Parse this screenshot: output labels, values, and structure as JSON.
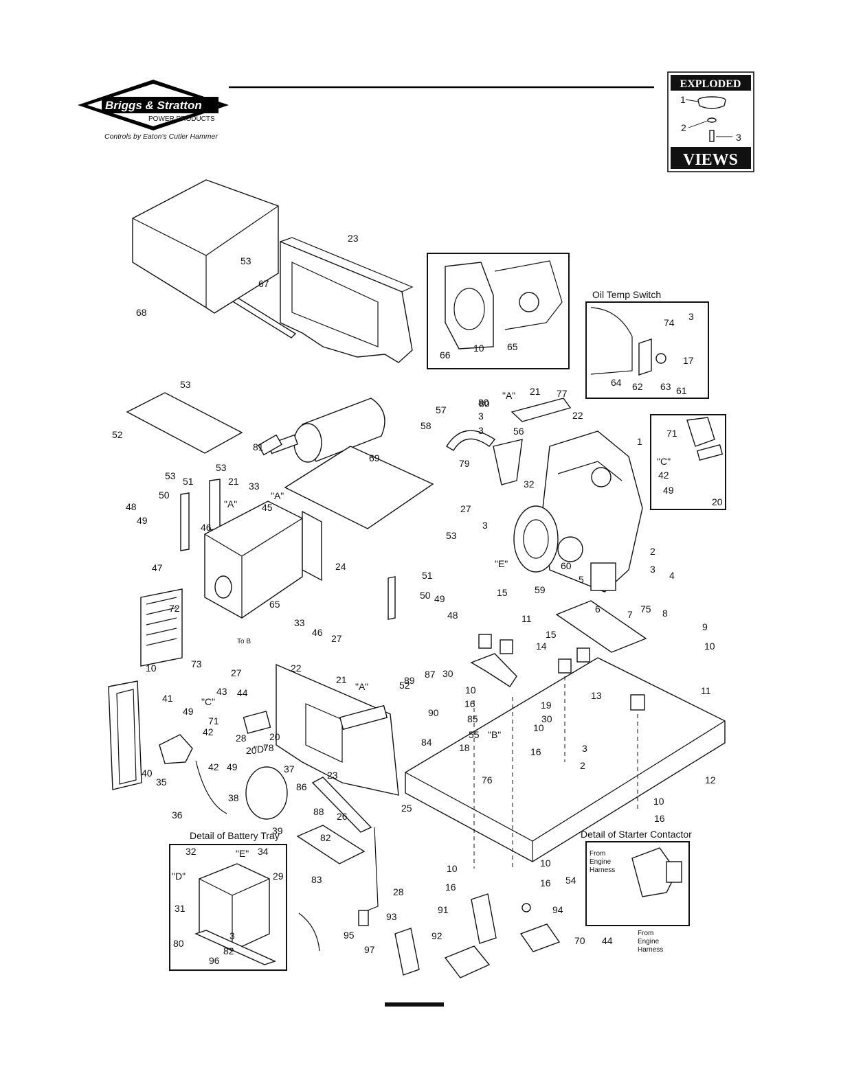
{
  "header": {
    "brand_name": "Briggs & Stratton",
    "brand_sub": "POWER PRODUCTS",
    "tagline": "Controls by Eaton's Cutler Hammer"
  },
  "badge": {
    "top_word": "EXPLODED",
    "bottom_word": "VIEWS",
    "mini_labels": [
      "1",
      "2",
      "3"
    ]
  },
  "callouts": {
    "oil_temp_switch": "Oil Temp Switch",
    "battery_tray": "Detail of Battery Tray",
    "starter_contactor": "Detail of Starter Contactor",
    "from_engine_harness": [
      "From",
      "Engine",
      "Harness"
    ],
    "to_b": "To B"
  },
  "part_labels": [
    "23",
    "53",
    "67",
    "68",
    "53",
    "52",
    "53",
    "80",
    "3",
    "69",
    "81",
    "53",
    "21",
    "\"A\"",
    "\"A\"",
    "33",
    "45",
    "51",
    "50",
    "48",
    "49",
    "46",
    "47",
    "24",
    "72",
    "65",
    "33",
    "46",
    "27",
    "10",
    "73",
    "27",
    "51",
    "50",
    "49",
    "48",
    "52",
    "53",
    "57",
    "58",
    "80",
    "3",
    "21",
    "\"A\"",
    "77",
    "22",
    "56",
    "79",
    "27",
    "3",
    "32",
    "\"E\"",
    "60",
    "59",
    "1",
    "2",
    "3",
    "5",
    "4",
    "7",
    "8",
    "6",
    "75",
    "9",
    "10",
    "66",
    "10",
    "65",
    "74",
    "3",
    "17",
    "64",
    "62",
    "63",
    "61",
    "71",
    "\"C\"",
    "42",
    "49",
    "20",
    "15",
    "11",
    "15",
    "14",
    "13",
    "11",
    "30",
    "10",
    "16",
    "19",
    "30",
    "85",
    "55",
    "\"B\"",
    "10",
    "16",
    "18",
    "76",
    "3",
    "2",
    "12",
    "10",
    "16",
    "10",
    "16",
    "10",
    "16",
    "41",
    "43",
    "44",
    "\"C\"",
    "71",
    "49",
    "42",
    "28",
    "20",
    "20",
    "42",
    "49",
    "\"D\"",
    "78",
    "40",
    "35",
    "36",
    "38",
    "39",
    "37",
    "86",
    "88",
    "23",
    "22",
    "21",
    "\"A\"",
    "89",
    "87",
    "90",
    "84",
    "25",
    "26",
    "82",
    "83",
    "28",
    "\"D\"",
    "32",
    "\"E\"",
    "34",
    "29",
    "31",
    "3",
    "82",
    "80",
    "96",
    "95",
    "93",
    "97",
    "92",
    "91",
    "94",
    "70",
    "54",
    "44"
  ]
}
